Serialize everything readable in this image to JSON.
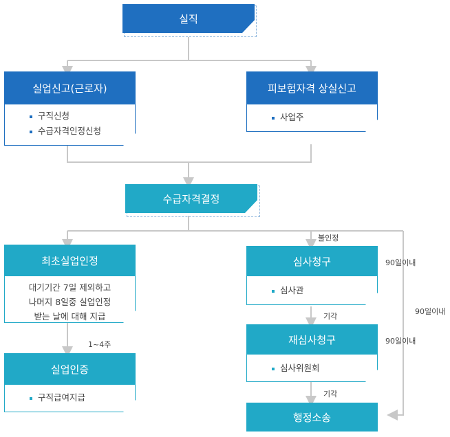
{
  "nodes": {
    "silgik": "실직",
    "unemployment_report": {
      "title": "실업신고(근로자)",
      "items": [
        "구직신청",
        "수급자격인정신청"
      ]
    },
    "insured_loss_report": {
      "title": "피보험자격 상실신고",
      "items": [
        "사업주"
      ]
    },
    "eligibility_decision": "수급자격결정",
    "first_recognition": {
      "title": "최초실업인정",
      "lines": [
        "대기기간 7일 제외하고",
        "나머지 8일중 실업인정",
        "받는 날에 대해 지급"
      ]
    },
    "unemployment_certification": {
      "title": "실업인증",
      "items": [
        "구직급여지급"
      ]
    },
    "review_request": {
      "title": "심사청구",
      "items": [
        "심사관"
      ]
    },
    "re_review_request": {
      "title": "재심사청구",
      "items": [
        "심사위원회"
      ]
    },
    "administrative_lawsuit": "행정소송"
  },
  "edge_labels": {
    "not_recognized": "불인정",
    "weeks": "1~4주",
    "dismissed_1": "기각",
    "dismissed_2": "기각",
    "within_90_1": "90일이내",
    "within_90_2": "90일이내",
    "within_90_side": "90일이내"
  },
  "colors": {
    "blue": "#1f6fc0",
    "teal": "#21a9c7",
    "connector": "#c8c8c8"
  }
}
